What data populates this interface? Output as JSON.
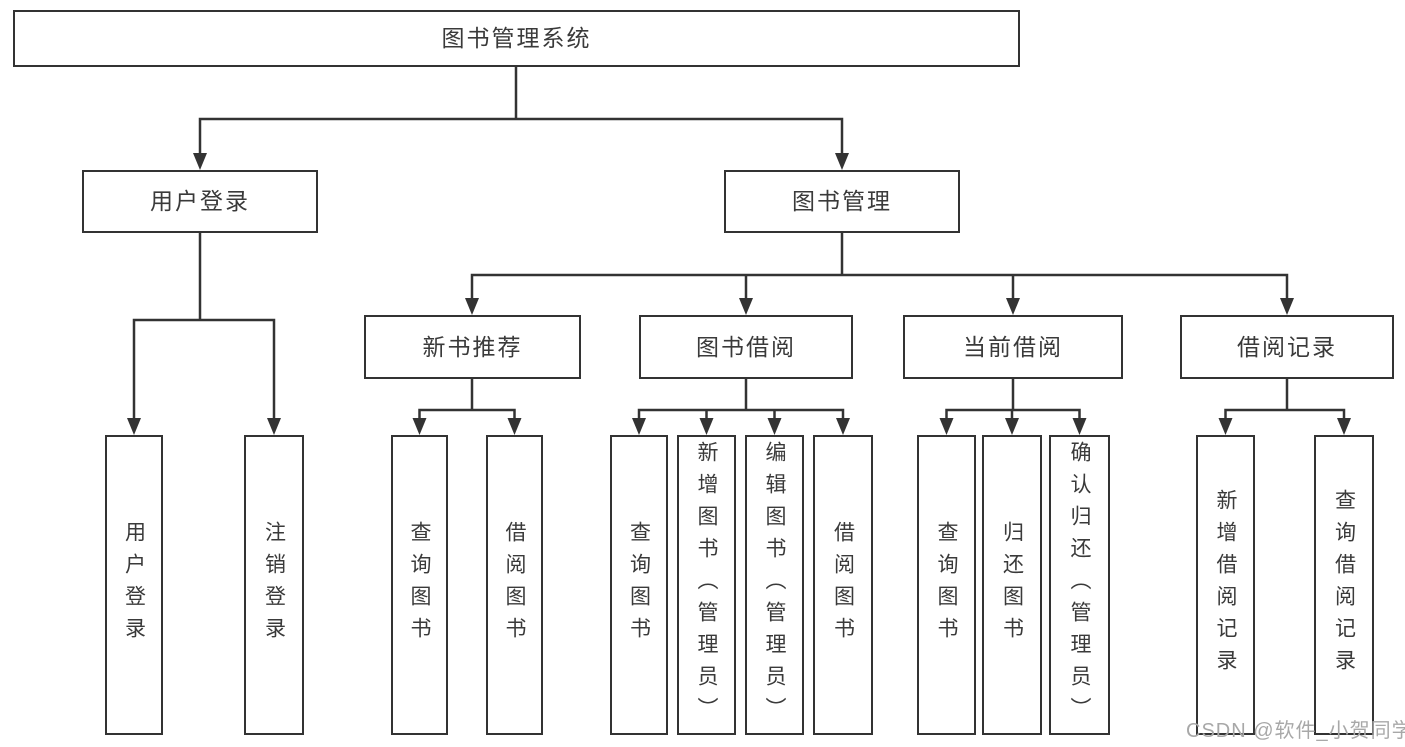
{
  "colors": {
    "line": "#333333",
    "box_border": "#333333",
    "text": "#3a3a3a",
    "watermark": "#a8a8a8",
    "background": "#ffffff"
  },
  "watermark": {
    "text": "CSDN @软件_小贺同学"
  },
  "tree": {
    "root": {
      "label": "图书管理系统"
    },
    "branches": [
      {
        "label": "用户登录",
        "children": [
          {
            "label": "用户登录"
          },
          {
            "label": "注销登录"
          }
        ]
      },
      {
        "label": "图书管理",
        "children": [
          {
            "label": "新书推荐",
            "children": [
              {
                "label": "查询图书"
              },
              {
                "label": "借阅图书"
              }
            ]
          },
          {
            "label": "图书借阅",
            "children": [
              {
                "label": "查询图书"
              },
              {
                "label": "新增图书（管理员）"
              },
              {
                "label": "编辑图书（管理员）"
              },
              {
                "label": "借阅图书"
              }
            ]
          },
          {
            "label": "当前借阅",
            "children": [
              {
                "label": "查询图书"
              },
              {
                "label": "归还图书"
              },
              {
                "label": "确认归还（管理员）"
              }
            ]
          },
          {
            "label": "借阅记录",
            "children": [
              {
                "label": "新增借阅记录"
              },
              {
                "label": "查询借阅记录"
              }
            ]
          }
        ]
      }
    ]
  }
}
